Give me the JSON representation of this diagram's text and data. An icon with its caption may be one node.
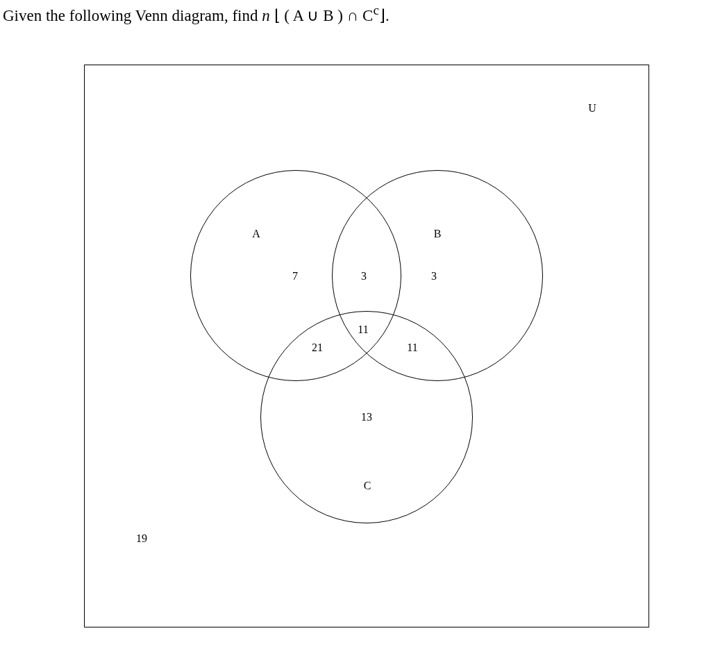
{
  "diagram": {
    "title": "Given the following Venn diagram, find *n* ⌊ ( A ∪ B ) ∩ C$^{c}$⌋.",
    "nodes": [
      {
        "text": [
          "U"
        ]
      },
      {
        "text": [
          "A"
        ],
        "in": 0
      },
      {
        "text": [
          "B"
        ],
        "in": 0
      },
      {
        "text": [
          "C"
        ],
        "in": 0
      }
    ],
    "labels": [
      "7",
      "3",
      "3",
      "11",
      "21",
      "11",
      "13",
      "19"
    ]
  }
}
